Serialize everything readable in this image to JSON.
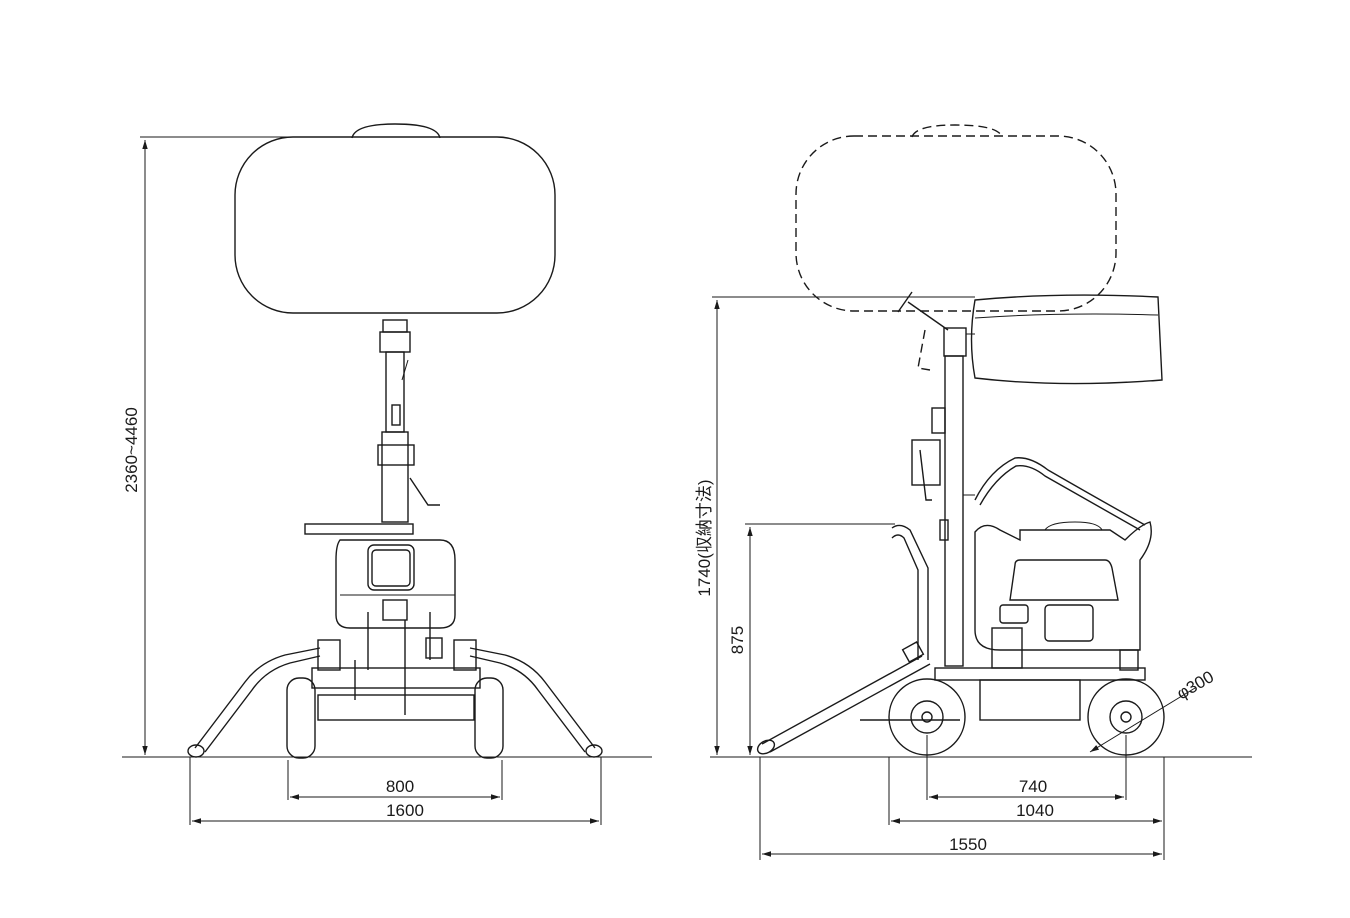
{
  "front_view": {
    "height_label": "2360~4460",
    "wheel_track_label": "800",
    "outrigger_span_label": "1600"
  },
  "side_view": {
    "stowed_height_label": "1740(収納寸法)",
    "handle_height_label": "875",
    "wheel_diameter_label": "φ300",
    "wheelbase_label": "740",
    "wheel_outer_label": "1040",
    "overall_length_label": "1550"
  }
}
